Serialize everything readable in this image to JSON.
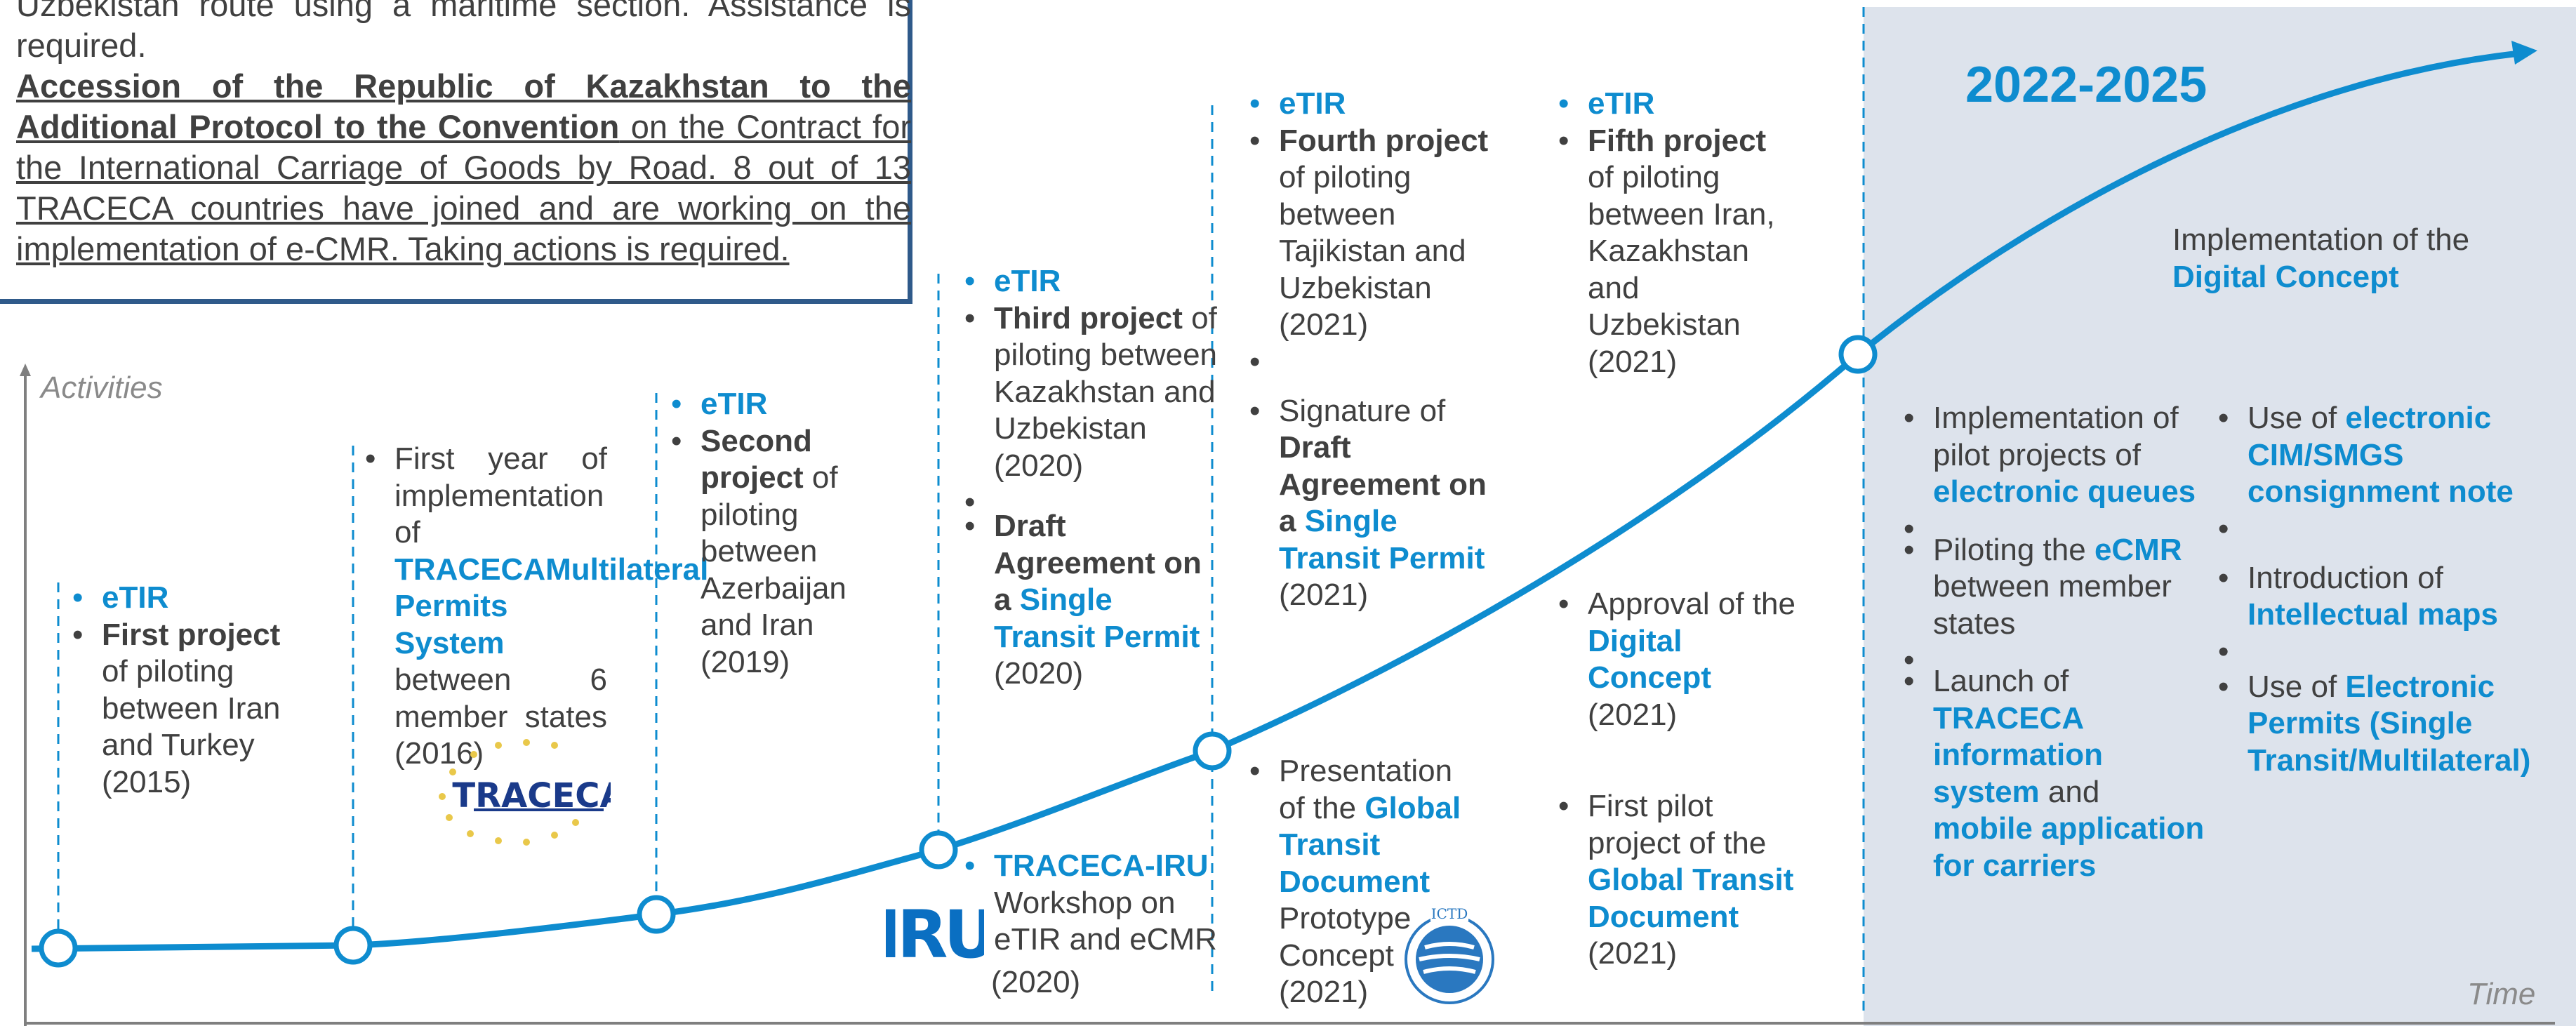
{
  "top_box": {
    "line1": "Uzbekistan route using a maritime section. Assistance is required.",
    "bold_part": "Accession of the Republic of Kazakhstan to the Additional Protocol to the Convention",
    "rest": " on the Contract for the International Carriage of Goods by Road. 8 out of 13 TRACECA countries have joined and are working on the implementation of e-CMR. Taking actions is required."
  },
  "axes": {
    "y_label": "Activities",
    "x_label": "Time"
  },
  "period_label": "2022-2025",
  "colors": {
    "accent": "#0e8ccf",
    "text": "#404040",
    "panel": "#dde3ec",
    "box_border": "#2f5a8a"
  },
  "m1": {
    "t1": "eTIR",
    "t2a": "First project",
    "t2b": " of piloting between Iran and Turkey (2015)"
  },
  "m2": {
    "a": "First year of implementation of ",
    "b": "TRACECAMultilateral Permits System",
    "c": " between 6 member states (2016)",
    "logo": "TRACECA"
  },
  "m3": {
    "t1": "eTIR",
    "t2a": "Second project",
    "t2b": " of piloting between Azerbaijan and Iran (2019)"
  },
  "m4": {
    "t1": "eTIR",
    "t2a": "Third project",
    "t2b": " of piloting between Kazakhstan and Uzbekistan (2020)",
    "t3a": "Draft Agreement on a ",
    "t3b": "Single Transit Permit",
    "t3c": " (2020)",
    "t4a": "TRACECA-IRU",
    "t4b": " Workshop on eTIR and eCMR",
    "t4c": "(2020)",
    "logo": "IRU"
  },
  "m5": {
    "t1": "eTIR",
    "t2a": "Fourth project",
    "t2b": " of piloting between Tajikistan and Uzbekistan (2021)",
    "t3a": "Signature of ",
    "t3b": "Draft Agreement on a ",
    "t3c": "Single Transit Permit",
    "t3d": " (2021)",
    "t4a": "Presentation of the ",
    "t4b": "Global Transit Document",
    "t4c": " Prototype Concept",
    "t4d": " (2021)",
    "logo": "ICTD"
  },
  "m6": {
    "t1": "eTIR",
    "t2a": "Fifth project",
    "t2b": " of piloting between Iran, Kazakhstan and Uzbekistan (2021)",
    "t3a": "Approval of the ",
    "t3b": "Digital Concept",
    "t3c": " (2021)",
    "t4a": "First pilot project of the ",
    "t4b": "Global Transit Document",
    "t4c": " (2021)"
  },
  "future": {
    "intro_a": "Implementation of the ",
    "intro_b": "Digital Concept",
    "c1": [
      {
        "a": "Implementation of pilot projects of ",
        "b": "electronic queues",
        "c": ""
      },
      {
        "a": "Piloting the ",
        "b": "eCMR",
        "c": " between member states"
      },
      {
        "a": "Launch of ",
        "b": "TRACECA information system",
        "c": " and ",
        "d": "mobile application for carriers"
      }
    ],
    "c2": [
      {
        "a": "Use of ",
        "b": "electronic CIM/SMGS consignment note"
      },
      {
        "a": "Introduction of ",
        "b": "Intellectual maps"
      },
      {
        "a": "Use of ",
        "b": "Electronic Permits (Single Transit/Multilateral)"
      }
    ]
  }
}
